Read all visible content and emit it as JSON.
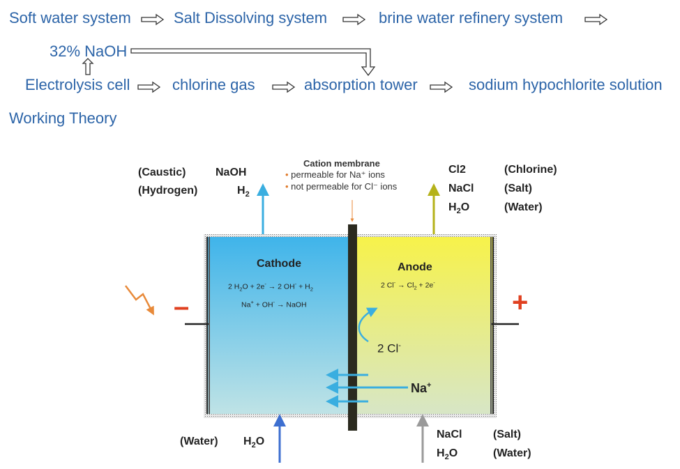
{
  "flow": {
    "step1": "Soft water system",
    "step2": "Salt Dissolving system",
    "step3": "brine water refinery system",
    "naoh_out": "32% NaOH",
    "step4": "Electrolysis cell",
    "step5": "chlorine gas",
    "step6": "absorption tower",
    "step7": "sodium hypochlorite solution"
  },
  "section_title": "Working Theory",
  "diagram": {
    "membrane_title": "Cation membrane",
    "membrane_note1": "permeable for Na⁺ ions",
    "membrane_note2": "not permeable for Cl⁻ ions",
    "cathode_label": "Cathode",
    "anode_label": "Anode",
    "minus_sign": "–",
    "plus_sign": "+",
    "chloride_label": "2 Cl",
    "sodium_label": "Na",
    "top_left_en1": "(Caustic)",
    "top_left_en2": "(Hydrogen)",
    "top_left_f1": "NaOH",
    "top_right_f1": "Cl2",
    "top_right_f2": "NaCl",
    "top_right_en1": "(Chlorine)",
    "top_right_en2": "(Salt)",
    "top_right_en3": "(Water)",
    "bottom_left_en": "(Water)",
    "bottom_right_f1": "NaCl",
    "bottom_right_en1": "(Salt)",
    "bottom_right_en2": "(Water)"
  },
  "colors": {
    "flow_text": "#2c64a8",
    "cathode_top": "#3fb4ea",
    "cathode_bottom": "#bfe3e6",
    "anode_top": "#f7f24a",
    "anode_bottom": "#d7e6c6",
    "membrane": "#2b2a1f",
    "minus": "#e04020",
    "plus": "#e04020",
    "bolt": "#e88a3a",
    "arrow_cathode": "#3aaee0",
    "arrow_anode": "#b5b21a",
    "arrow_water_in": "#3d6fd0",
    "arrow_brine_in": "#9a9a9a"
  }
}
